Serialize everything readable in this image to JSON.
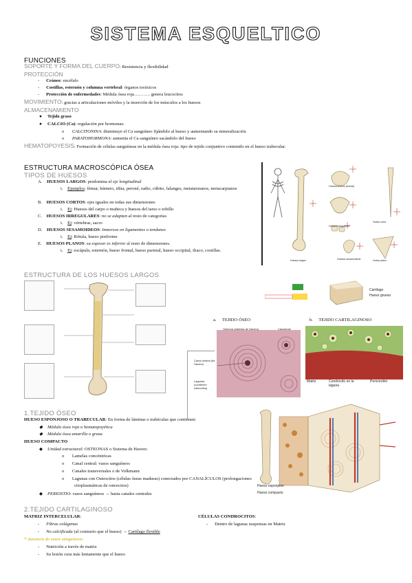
{
  "title": "SISTEMA ESQUELTICO",
  "funciones": {
    "heading": "FUNCIONES",
    "soporte_label": "SOPORTE Y FORMA DEL CUERPO",
    "soporte_text": ": Resistencia y flexibilidad",
    "proteccion_label": "PROTECCIÓN",
    "proteccion_items": [
      {
        "bold": "Cráneo",
        "text": ": encéfalo"
      },
      {
        "bold": "Costillas, esternón y columna vertebral",
        "text": ": órganos toráxicos"
      },
      {
        "bold": "Protección de enfermedades",
        "text": ": Médula ósea roja……….. genera leucocitos"
      }
    ],
    "movimiento_label": "MOVIMIENTO",
    "movimiento_text": ": gracias a articulaciones móviles y la inserción de los músculos a los huesos",
    "almacenamiento_label": "ALMACENAMIENTO",
    "tejido_graso": "Tejido graso",
    "calcio_bold": "CALCIO (Ca)",
    "calcio_text": ": regulación por hormonas:",
    "calcitonina_i": "CALCITONINA",
    "calcitonina_t": ": disminuye el Ca sanguíneo fijándolo al hueso y aumentando su mineralización",
    "paratohormona_i": "PARATOHORMONA",
    "paratohormona_t": ": aumenta el Ca sanguíneo sacándolo del hueso",
    "hemato_label": "HEMATOPOYESIS",
    "hemato_text": ": Formación de células sanguíneas en la médula ósea roja: tipo de tejido conjuntivo contenido en el hueso trabecular."
  },
  "estructura": {
    "heading": "ESTRUCTURA MACROSCÓPICA ÓSEA",
    "tipos_label": "TIPOS DE HUESOS",
    "tipos": [
      {
        "letter": "A.",
        "bold": "HUESOS LARGOS",
        "text": ": predomina el ",
        "italic": "eje longitudinal",
        "sub_u": "Ejemplos",
        "sub": ": fémur, húmero, tibia, peroné, radio, cúbito, falanges, metatarsianos, metacarpianos"
      },
      {
        "letter": "B.",
        "bold": "HUESOS CORTOS",
        "text": ": ejes iguales en todas sus dimensiones",
        "italic": "",
        "sub_u": "Ej",
        "sub": ": Huesos del carpo o muñeca y huesos del tarso o tobillo"
      },
      {
        "letter": "C.",
        "bold": "HUESOS IRREGULARES",
        "text": ": ",
        "italic": "no se adaptan",
        "text2": " al resto de categorías",
        "sub_u": "Ej",
        "sub": ": vértebras, sacro"
      },
      {
        "letter": "D.",
        "bold": "HUESOS SESAMOIDEOS",
        "text": ": ",
        "italic": "Inmersos en ligamentos o tendones",
        "sub_u": "Ej",
        "sub": ": Rótula, hueso pisiforme"
      },
      {
        "letter": "E.",
        "bold": "HUESOS PLANOS",
        "text": ": ",
        "italic": "su espesor es inferior",
        "text2": " al resto de dimensiones.",
        "sub_u": "Ej",
        "sub": ": escápula, esternón, hueso frontal, hueso parietal, hueso occipital, iliaco, costillas."
      }
    ],
    "roman": "i.",
    "img_labels": [
      "Huesos planos (frontal)",
      "Huesos irregulares",
      "Hueso corto",
      "Huesos sesamoideos",
      "Huesos largos",
      "Hueso plano"
    ],
    "largos_heading": "ESTRUCTURA DE LOS HUESOS LARGOS"
  },
  "tejidos": {
    "oseo_letter": "a.",
    "oseo_label": "TEJIDO ÓSEO",
    "cartilaginoso_letter": "b.",
    "cartilaginoso_label": "TEJIDO CARTILAGINOSO",
    "oseo_img_labels": [
      "Osteona (sistema de Havers)",
      "Canalículo",
      "Canal central (de Havers)",
      "Lagunas (contienen osteocitos)"
    ],
    "cart_img_labels": [
      "Matriz",
      "Condrocito en la laguna",
      "Pericondrio"
    ],
    "hueso_labels": [
      "Hueso esponjoso",
      "Hueso compacto"
    ],
    "slab_labels": [
      "Cartílago",
      "Hueso grueso"
    ]
  },
  "oseo_section": {
    "heading": "1.TEJIDO ÓSEO",
    "esponjoso_bold": "HUESO ESPONJOSO O TRABECULAR",
    "esponjoso_text": ": En forma de láminas o trabéculas que contienen:",
    "esponjoso_items": [
      "Médula ósea roja o hematopoyética",
      "Médula ósea amarilla o grasa"
    ],
    "compacto_bold": "HUESO COMPACTO",
    "unidad_i": "Unidad estructural",
    "unidad_t": ": OSTEONAS o Sistema de Havers:",
    "osteona_items": [
      "Lamelas concéntricas",
      "Canal central: vasos sanguíneos",
      "Canales transversales o de Volkmann",
      "Lagunas con Osteocitos (células óseas maduras) conectados por CANALÍCULOS (prolongaciones citoplasmáticas de osteocitos)"
    ],
    "periostio_i": "PERIOSTIO",
    "periostio_t": ": vasos sanguíneos → hasta canales centrales"
  },
  "cart_section": {
    "heading": "2.TEJIDO CARTILAGINOSO",
    "matriz_bold": "MATRIZ INTERCELULAR",
    "matriz_colon": ":",
    "fibras": "Fibras colágenas",
    "no_calc_i": "No calcificada",
    "no_calc_t": " (al contrario que el hueso) → ",
    "no_calc_u": "Cartílago flexible",
    "ausencia": "* Ausencia de vasos sanguíneos:",
    "nutricion": "Nutrición a través de matriz",
    "lesion": "Su lesión cura más lentamente que el hueso",
    "condrocitos_bold": "CÉLULAS CONDROCITOS",
    "condrocitos_colon": ":",
    "condrocitos_item": "Dentro de lagunas suspensas en Matriz"
  },
  "colors": {
    "heading_grey": "#8a8a8a",
    "bone": "#e8dcc0",
    "tissue_pink": "#c98a9a",
    "cartilage_red": "#b0342c",
    "cartilage_green": "#9bbf6a"
  }
}
